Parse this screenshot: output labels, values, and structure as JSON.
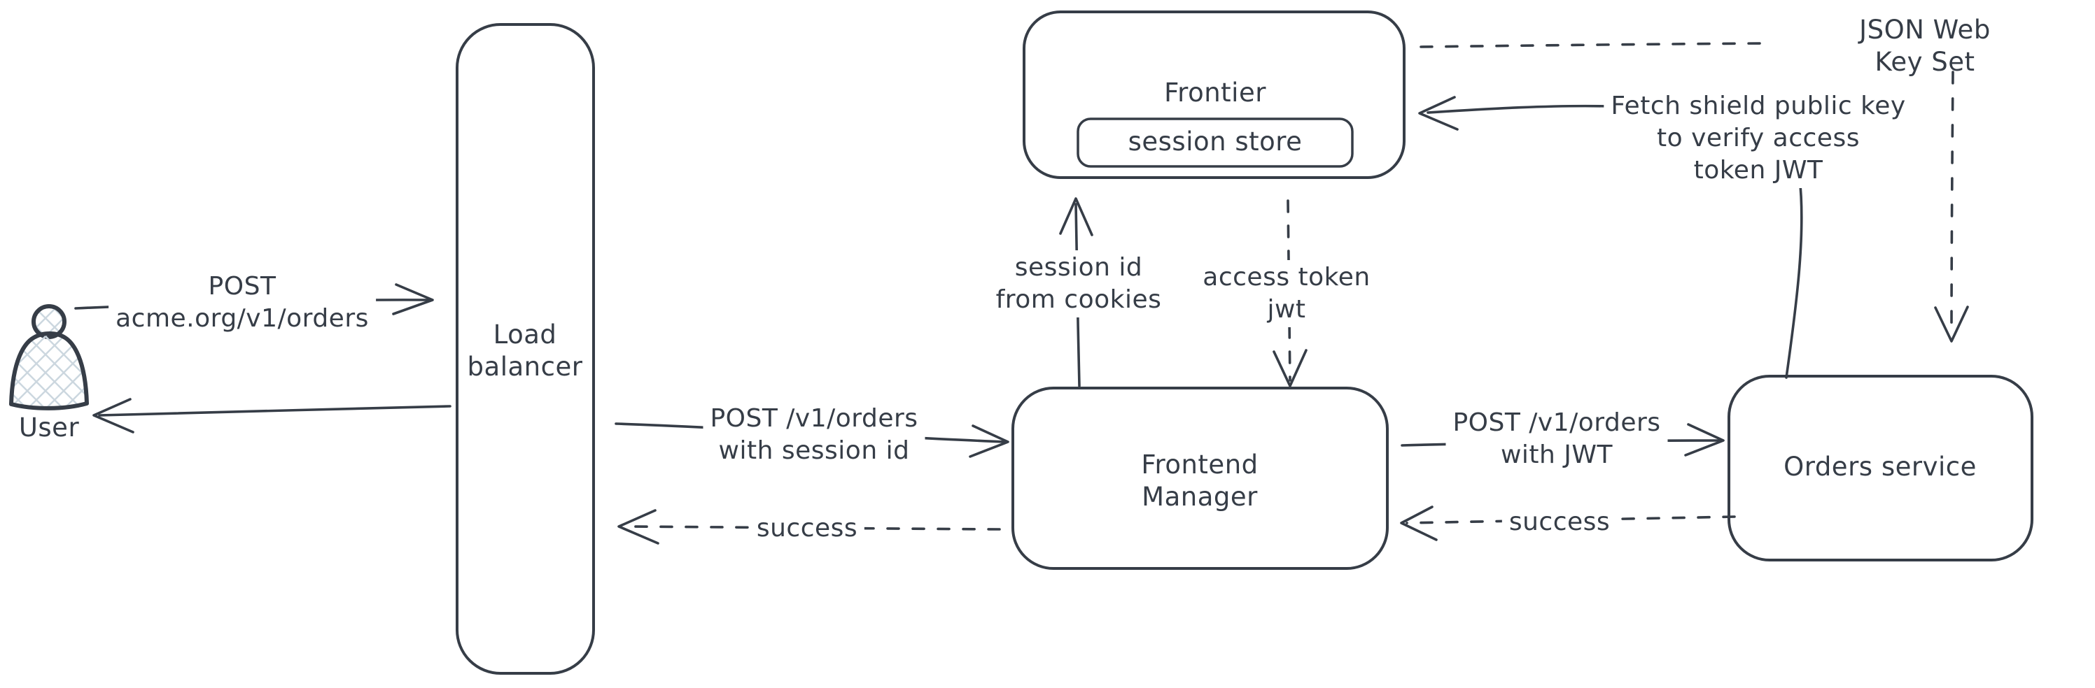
{
  "diagram": {
    "background": "#ffffff",
    "stroke_color": "#363d47",
    "hatch_color": "#ccd7df",
    "nodes": {
      "user": {
        "label": "User"
      },
      "load_balancer": {
        "label": "Load\nbalancer"
      },
      "frontier": {
        "label": "Frontier"
      },
      "session_store": {
        "label": "session store"
      },
      "frontend_manager": {
        "label": "Frontend\nManager"
      },
      "orders_service": {
        "label": "Orders service"
      },
      "jwks": {
        "label": "JSON Web Key Set"
      }
    },
    "edges": {
      "user_to_load_balancer": {
        "label": "POST\nacme.org/v1/orders",
        "style": "solid"
      },
      "load_balancer_to_user": {
        "label": "",
        "style": "solid"
      },
      "load_balancer_to_frontend_manager": {
        "label": "POST /v1/orders\nwith session id",
        "style": "solid"
      },
      "frontend_manager_to_load_balancer": {
        "label": "success",
        "style": "dashed"
      },
      "frontend_manager_to_frontier": {
        "label": "session id\nfrom cookies",
        "style": "solid"
      },
      "session_store_to_frontend_manager": {
        "label": "access token\njwt",
        "style": "dashed"
      },
      "frontend_manager_to_orders_service": {
        "label": "POST /v1/orders\nwith JWT",
        "style": "solid"
      },
      "orders_service_to_frontend_manager": {
        "label": "success",
        "style": "dashed"
      },
      "orders_service_to_frontier": {
        "label": "Fetch shield public key\nto verify access\ntoken JWT",
        "style": "solid"
      },
      "frontier_to_jwks": {
        "label": "",
        "style": "dashed"
      },
      "jwks_to_orders_service": {
        "label": "",
        "style": "dashed"
      }
    }
  }
}
